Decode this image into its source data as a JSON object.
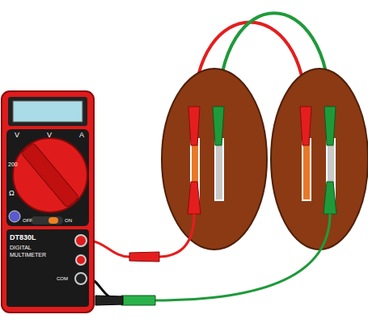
{
  "diagram": {
    "labels": [
      "V",
      "V",
      "A",
      "200",
      "Ω",
      "OFF",
      "ON",
      "DT830L",
      "DIGITAL",
      "MULTIMETER",
      "COM"
    ]
  }
}
